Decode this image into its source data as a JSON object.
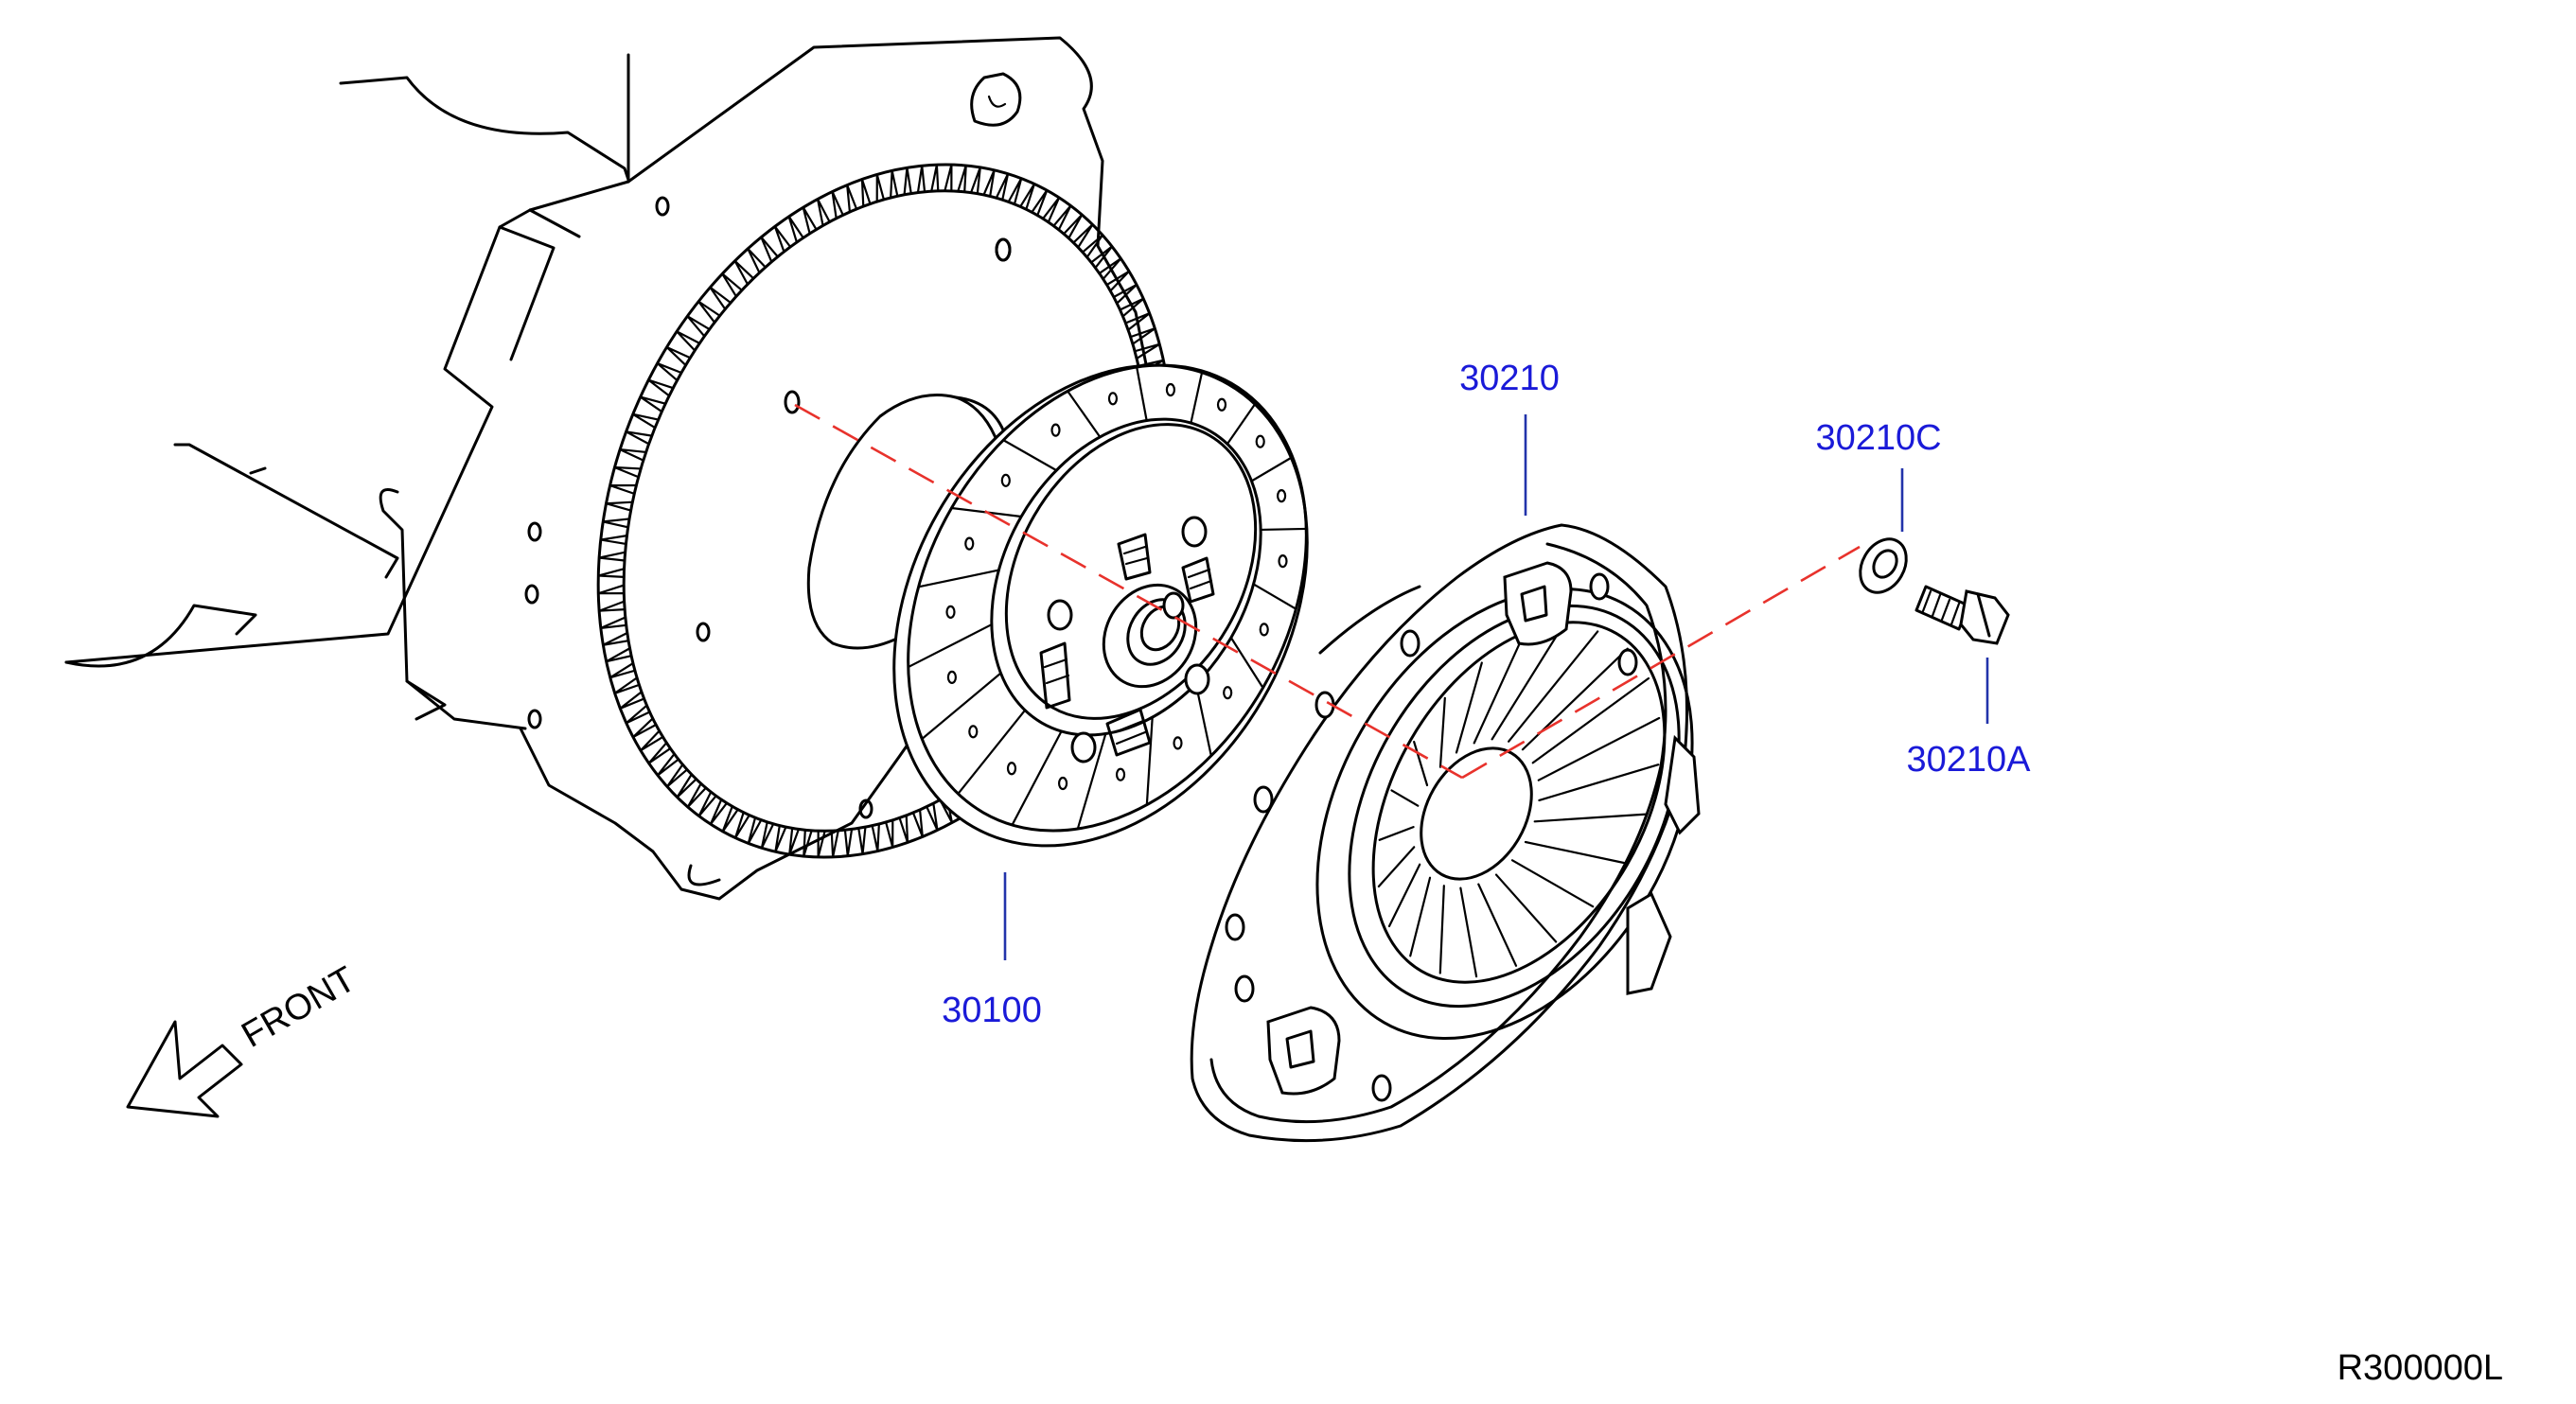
{
  "parts": {
    "clutch_disc": "30100",
    "clutch_cover": "30210",
    "washer": "30210C",
    "bolt": "30210A"
  },
  "orientation": {
    "label": "FRONT",
    "icon": "front-arrow-icon"
  },
  "reference_code": "R300000L",
  "colors": {
    "callout_text": "#1a1ad8",
    "leader_line": "#2233aa",
    "center_line": "#e8322c",
    "line_art": "#000000"
  }
}
